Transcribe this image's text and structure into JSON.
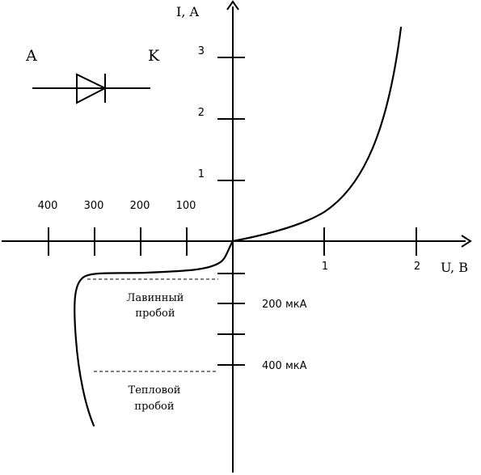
{
  "axes": {
    "y_label": "I, A",
    "x_label": "U, B",
    "y_ticks_forward": [
      "1",
      "2",
      "3"
    ],
    "x_ticks_forward": [
      "1",
      "2"
    ],
    "x_ticks_reverse": [
      "400",
      "300",
      "200",
      "100"
    ],
    "y_ticks_reverse": [
      "200 мкА",
      "400 мкА"
    ]
  },
  "symbol": {
    "anode_label": "A",
    "cathode_label": "K"
  },
  "annotations": {
    "avalanche_line1": "Лавинный",
    "avalanche_line2": "пробой",
    "thermal_line1": "Тепловой",
    "thermal_line2": "пробой"
  }
}
